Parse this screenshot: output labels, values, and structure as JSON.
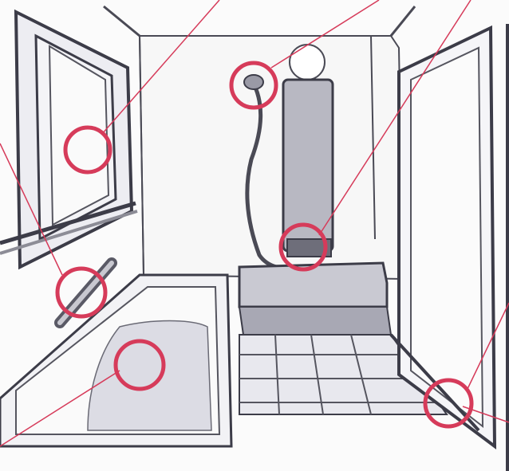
{
  "illustration": {
    "subject": "bathroom",
    "callout_color": "#d63b5a",
    "callouts": [
      {
        "name": "window-callout"
      },
      {
        "name": "shower-head-callout"
      },
      {
        "name": "faucet-callout"
      },
      {
        "name": "grab-bar-callout"
      },
      {
        "name": "bathtub-edge-callout"
      },
      {
        "name": "door-threshold-callout"
      }
    ]
  }
}
